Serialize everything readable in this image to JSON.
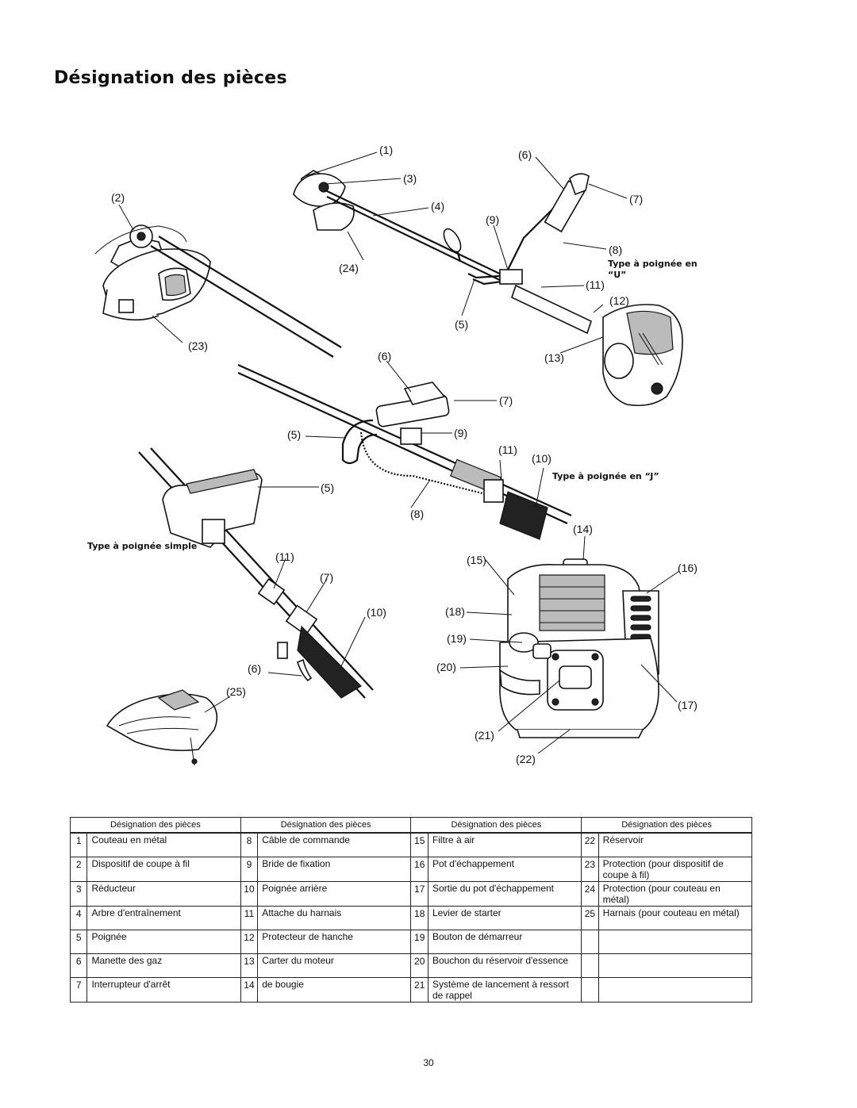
{
  "title": "Désignation des pièces",
  "page_number": "30",
  "diagram": {
    "captions": {
      "u_handle": [
        "Type à poignée en",
        "“U”"
      ],
      "j_handle": "Type à poignée en “J”",
      "single_handle": "Type à poignée simple"
    },
    "callouts": {
      "c1": "(1)",
      "c2": "(2)",
      "c3": "(3)",
      "c4": "(4)",
      "c5": "(5)",
      "c6": "(6)",
      "c7": "(7)",
      "c8": "(8)",
      "c9": "(9)",
      "c10": "(10)",
      "c11": "(11)",
      "c12": "(12)",
      "c13": "(13)",
      "c14": "(14)",
      "c15": "(15)",
      "c16": "(16)",
      "c17": "(17)",
      "c18": "(18)",
      "c19": "(19)",
      "c20": "(20)",
      "c21": "(21)",
      "c22": "(22)",
      "c23": "(23)",
      "c24": "(24)",
      "c25": "(25)"
    }
  },
  "table": {
    "header": "Désignation des pièces",
    "rows": [
      [
        {
          "n": "1",
          "d": "Couteau en métal"
        },
        {
          "n": "8",
          "d": "Câble de commande"
        },
        {
          "n": "15",
          "d": "Filtre à air"
        },
        {
          "n": "22",
          "d": "Réservoir"
        }
      ],
      [
        {
          "n": "2",
          "d": "Dispositif de coupe à fil"
        },
        {
          "n": "9",
          "d": "Bride de fixation"
        },
        {
          "n": "16",
          "d": "Pot d'échappement"
        },
        {
          "n": "23",
          "d": "Protection (pour dispositif de coupe à fil)"
        }
      ],
      [
        {
          "n": "3",
          "d": "Réducteur"
        },
        {
          "n": "10",
          "d": "Poignée arrière"
        },
        {
          "n": "17",
          "d": "Sortie du pot d'échappement"
        },
        {
          "n": "24",
          "d": "Protection (pour couteau en métal)"
        }
      ],
      [
        {
          "n": "4",
          "d": "Arbre d'entraînement"
        },
        {
          "n": "11",
          "d": "Attache du harnais"
        },
        {
          "n": "18",
          "d": "Levier de starter"
        },
        {
          "n": "25",
          "d": "Harnais (pour couteau en métal)"
        }
      ],
      [
        {
          "n": "5",
          "d": "Poignée"
        },
        {
          "n": "12",
          "d": "Protecteur de hanche"
        },
        {
          "n": "19",
          "d": "Bouton de démarreur"
        },
        {
          "n": "",
          "d": ""
        }
      ],
      [
        {
          "n": "6",
          "d": "Manette des gaz"
        },
        {
          "n": "13",
          "d": "Carter du moteur"
        },
        {
          "n": "20",
          "d": "Bouchon du réservoir d'essence"
        },
        {
          "n": "",
          "d": ""
        }
      ],
      [
        {
          "n": "7",
          "d": "Interrupteur d'arrêt"
        },
        {
          "n": "14",
          "d": "de bougie"
        },
        {
          "n": "21",
          "d": "Système de lancement à ressort de rappel"
        },
        {
          "n": "",
          "d": ""
        }
      ]
    ]
  }
}
